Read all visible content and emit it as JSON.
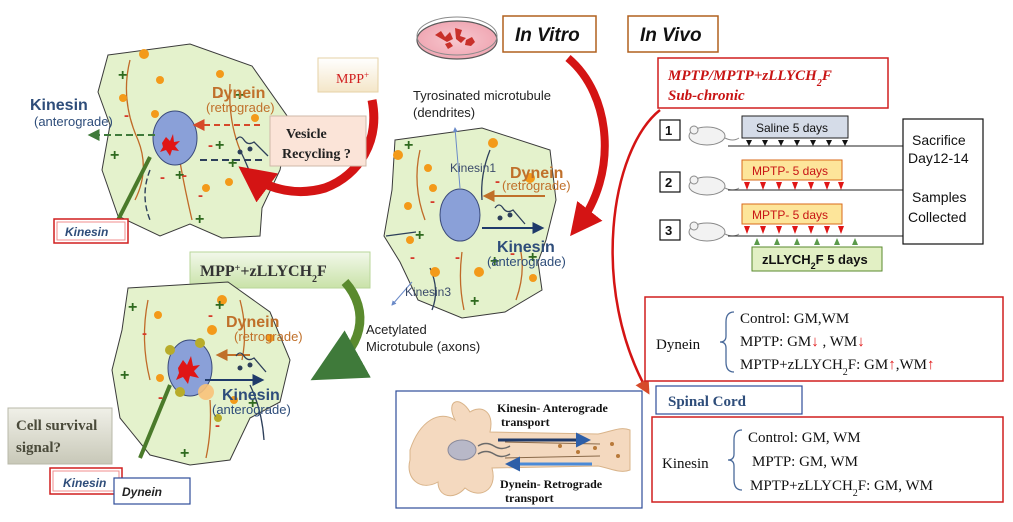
{
  "headers": {
    "in_vitro": "In Vitro",
    "in_vivo": "In Vivo"
  },
  "cell_top_left": {
    "kinesin": "Kinesin",
    "anterograde": "(anterograde)",
    "dynein": "Dynein",
    "retrograde": "(retrograde)",
    "box_label": "Kinesin"
  },
  "mpp_label": {
    "main": "MPP",
    "sup": "+"
  },
  "vesicle": {
    "line1": "Vesicle",
    "line2": "Recycling ?"
  },
  "mpp_zllych": {
    "main": "MPP",
    "sup": "+",
    "mid": "+zLLYCH",
    "sub": "2",
    "end": "F"
  },
  "cell_bottom_left": {
    "dynein": "Dynein",
    "retrograde": "(retrograde)",
    "kinesin": "Kinesin",
    "anterograde": "(anterograde)",
    "box_kinesin": "Kinesin",
    "box_dynein": "Dynein"
  },
  "cell_survival": {
    "line1": "Cell survival",
    "line2": "signal?"
  },
  "cell_center": {
    "tyrosinated_line1": "Tyrosinated microtubule",
    "tyrosinated_line2": "(dendrites)",
    "kinesin1": "Kinesin1",
    "dynein": "Dynein",
    "retrograde": "(retrograde)",
    "kinesin": "Kinesin",
    "anterograde": "(anterograde)",
    "kinesin3": "Kinesin3",
    "acetylated_line1": "Acetylated",
    "acetylated_line2": "Microtubule (axons)"
  },
  "transport_box": {
    "kinesin_line1": "Kinesin- Anterograde",
    "kinesin_line2": "transport",
    "dynein_line1": "Dynein- Retrograde",
    "dynein_line2": "transport"
  },
  "in_vivo": {
    "title_line1": {
      "a": "MPTP/MPTP+zLLYCH",
      "sub": "2",
      "b": "F"
    },
    "title_line2": "Sub-chronic",
    "groups": [
      {
        "num": "1",
        "label": "Saline  5 days"
      },
      {
        "num": "2",
        "label": "MPTP- 5 days"
      },
      {
        "num": "3",
        "label": "MPTP- 5 days"
      }
    ],
    "zllych_box": {
      "a": "zLLYCH",
      "sub": "2",
      "b": "F 5 days"
    },
    "sacrifice": [
      "Sacrifice",
      "Day12-14",
      "Samples",
      "Collected"
    ]
  },
  "dynein_results": {
    "label": "Dynein",
    "control": "Control:  GM,WM",
    "mptp_a": "MPTP: GM",
    "mptp_b": " , WM",
    "combo_a": "MPTP+zLLYCH",
    "combo_sub": "2",
    "combo_b": "F:  GM",
    "combo_c": ",WM"
  },
  "spinal_cord": "Spinal Cord",
  "kinesin_results": {
    "label": "Kinesin",
    "control": "Control:  GM, WM",
    "mptp": "MPTP: GM,  WM",
    "combo_a": "MPTP+zLLYCH",
    "combo_sub": "2",
    "combo_b": "F:  GM,  WM"
  },
  "colors": {
    "cell_fill": "#e4f2cc",
    "nucleus": "#8aa0d8",
    "kinesin_blue": "#2e4d7a",
    "dynein_orange": "#c0702a",
    "red_border": "#d11f1f",
    "arrow_red": "#d41414",
    "arrow_green": "#5a8a2e"
  }
}
